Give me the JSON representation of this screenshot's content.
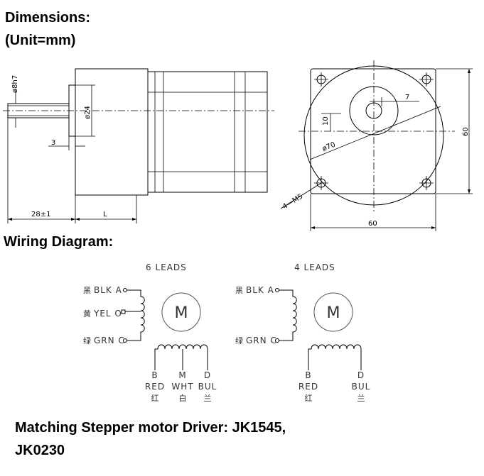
{
  "headings": {
    "dimensions": "Dimensions:",
    "unit": "(Unit=mm)",
    "wiring": "Wiring Diagram:",
    "driver_line1": "Matching Stepper motor Driver: JK1545,",
    "driver_line2": "JK0230"
  },
  "side_view": {
    "shaft": "ø8h7",
    "pilot": "ø24",
    "flange_step": "3",
    "shaft_length": "28±1",
    "body_length": "L"
  },
  "front_view": {
    "key": "7",
    "flat": "10",
    "bolt_circle": "ø70",
    "holes": "4—M5",
    "height": "60",
    "width": "60"
  },
  "wiring": {
    "six": {
      "title": "6 LEADS",
      "leads": [
        {
          "cn": "黑",
          "label": "BLK A"
        },
        {
          "cn": "黄",
          "label": "YEL O"
        },
        {
          "cn": "绿",
          "label": "GRN C"
        }
      ],
      "bottom": [
        {
          "letter": "B",
          "color": "RED",
          "cn": "红"
        },
        {
          "letter": "M",
          "color": "WHT",
          "cn": "白"
        },
        {
          "letter": "D",
          "color": "BUL",
          "cn": "兰"
        }
      ]
    },
    "four": {
      "title": "4 LEADS",
      "leads": [
        {
          "cn": "黑",
          "label": "BLK A"
        },
        {
          "cn": "绿",
          "label": "GRN C"
        }
      ],
      "bottom": [
        {
          "letter": "B",
          "color": "RED",
          "cn": "红"
        },
        {
          "letter": "D",
          "color": "BUL",
          "cn": "兰"
        }
      ]
    },
    "motor_symbol": "M"
  }
}
